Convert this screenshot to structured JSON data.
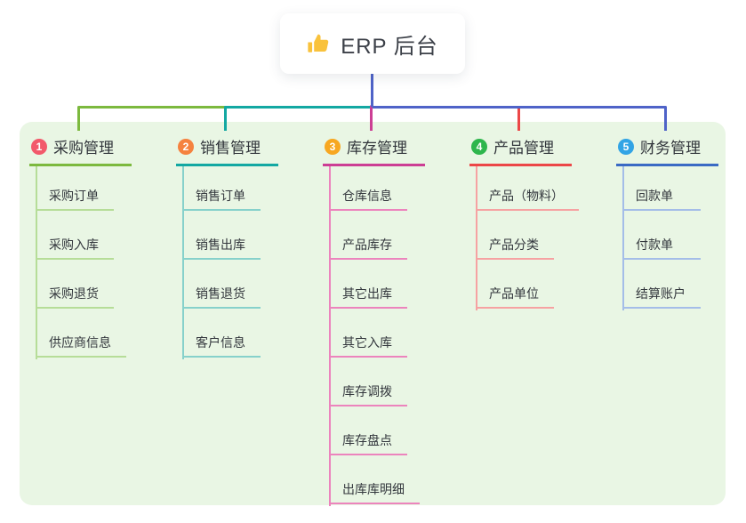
{
  "root": {
    "label": "ERP 后台",
    "icon": "thumbs-up-icon",
    "icon_color": "#f9c23c"
  },
  "panel": {
    "background": "#e9f6e4"
  },
  "trunk_color": "#4f63c8",
  "branches": [
    {
      "index": "1",
      "label": "采购管理",
      "badge_color": "#f2596b",
      "line_color": "#7cb93e",
      "child_line_color": "#b6dd98",
      "children": [
        "采购订单",
        "采购入库",
        "采购退货",
        "供应商信息"
      ]
    },
    {
      "index": "2",
      "label": "销售管理",
      "badge_color": "#f5823f",
      "line_color": "#13a8a2",
      "child_line_color": "#86d1cb",
      "children": [
        "销售订单",
        "销售出库",
        "销售退货",
        "客户信息"
      ]
    },
    {
      "index": "3",
      "label": "库存管理",
      "badge_color": "#f7a721",
      "line_color": "#cc3e94",
      "child_line_color": "#ec84bd",
      "children": [
        "仓库信息",
        "产品库存",
        "其它出库",
        "其它入库",
        "库存调拨",
        "库存盘点",
        "出库库明细"
      ]
    },
    {
      "index": "4",
      "label": "产品管理",
      "badge_color": "#2eb64d",
      "line_color": "#ec4747",
      "child_line_color": "#f6a2a2",
      "children": [
        "产品（物料）",
        "产品分类",
        "产品单位"
      ]
    },
    {
      "index": "5",
      "label": "财务管理",
      "badge_color": "#32a4e5",
      "line_color": "#3a6ac4",
      "child_line_color": "#a4bde8",
      "children": [
        "回款单",
        "付款单",
        "结算账户"
      ]
    }
  ]
}
